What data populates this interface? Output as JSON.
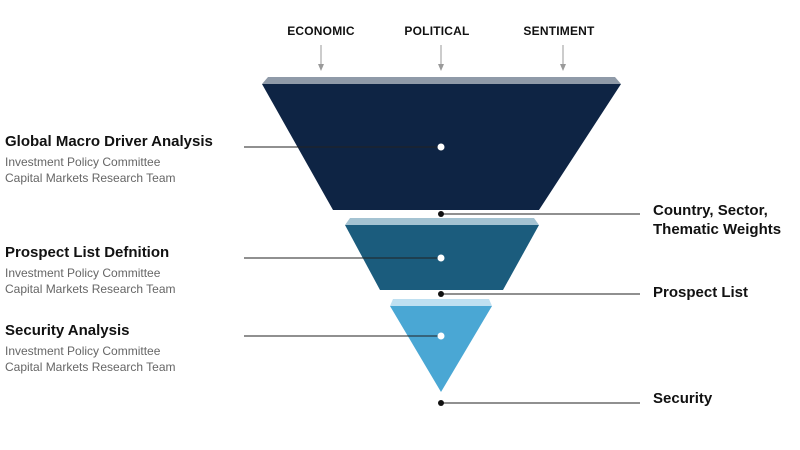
{
  "top_labels": [
    "ECONOMIC",
    "POLITICAL",
    "SENTIMENT"
  ],
  "stages": [
    {
      "title": "Global Macro Driver Analysis",
      "sub1": "Investment Policy Committee",
      "sub2": "Capital Markets Research Team"
    },
    {
      "title": "Prospect List Defnition",
      "sub1": "Investment Policy Committee",
      "sub2": "Capital Markets Research Team"
    },
    {
      "title": "Security Analysis",
      "sub1": "Investment Policy Committee",
      "sub2": "Capital Markets Research Team"
    }
  ],
  "outputs": [
    {
      "line1": "Country, Sector,",
      "line2": "Thematic Weights"
    },
    {
      "line1": "Prospect List"
    },
    {
      "line1": "Security"
    }
  ],
  "colors": {
    "stage1": "#0e2444",
    "stage1_rim": "#8f9aa8",
    "stage2": "#1b5c7d",
    "stage2_rim": "#a4c3d2",
    "stage3": "#4aa7d4",
    "stage3_rim": "#bfe0f1",
    "connector": "#222222",
    "input_arrow": "#9a9a9a"
  }
}
